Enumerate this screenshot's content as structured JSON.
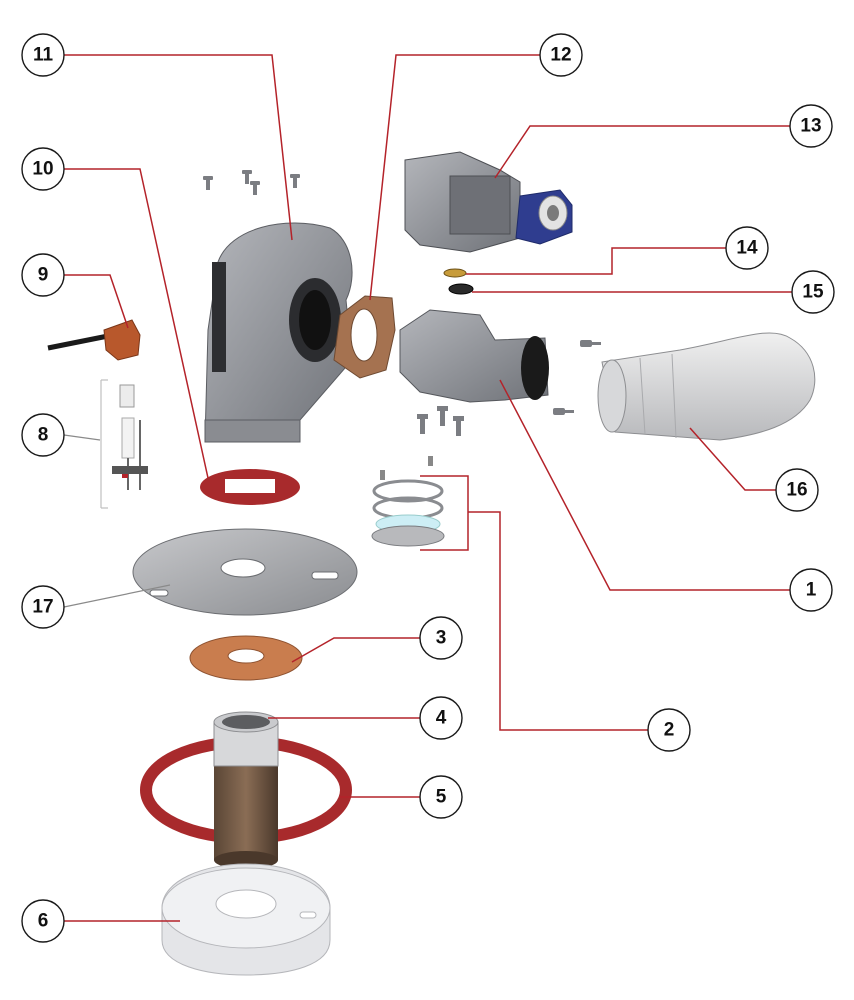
{
  "callouts": [
    {
      "id": "1",
      "label": "1"
    },
    {
      "id": "2",
      "label": "2"
    },
    {
      "id": "3",
      "label": "3"
    },
    {
      "id": "4",
      "label": "4"
    },
    {
      "id": "5",
      "label": "5"
    },
    {
      "id": "6",
      "label": "6"
    },
    {
      "id": "8",
      "label": "8"
    },
    {
      "id": "9",
      "label": "9"
    },
    {
      "id": "10",
      "label": "10"
    },
    {
      "id": "11",
      "label": "11"
    },
    {
      "id": "12",
      "label": "12"
    },
    {
      "id": "13",
      "label": "13"
    },
    {
      "id": "14",
      "label": "14"
    },
    {
      "id": "15",
      "label": "15"
    },
    {
      "id": "16",
      "label": "16"
    },
    {
      "id": "17",
      "label": "17"
    }
  ],
  "colors": {
    "leader": "#b4232a",
    "metal": "#8e9096",
    "gasket_red": "#a82a2c",
    "gasket_cork": "#c97d4e",
    "blue_coil": "#2f3d8f",
    "insulation": "#e4e5e8"
  }
}
